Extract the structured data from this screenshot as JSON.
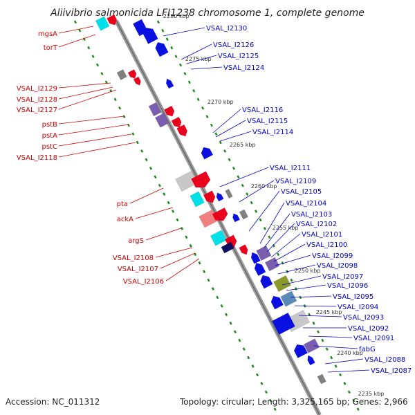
{
  "title": "Aliivibrio salmonicida LFI1238 chromosome 1, complete genome",
  "footer": {
    "accession": "Accession: NC_011312",
    "topology": "Topology: circular; Length: 3,325,165 bp; Genes: 2,966"
  },
  "colors": {
    "forward_gene": "#e8001c",
    "reverse_gene": "#0a10e0",
    "cyan": "#00e0e8",
    "purple": "#7a5fb0",
    "olive": "#8a9a2a",
    "steel": "#5a8ab8",
    "gray": "#808080",
    "light_gray": "#c8c8c8",
    "pink": "#f08080",
    "navy": "#101060",
    "label_left": "#d00000",
    "label_right": "#0000c8",
    "tick": "#1a8a1a"
  },
  "kbp_ticks": [
    "2280 kbp",
    "2275 kbp",
    "2270 kbp",
    "2265 kbp",
    "2260 kbp",
    "2255 kbp",
    "2250 kbp",
    "2245 kbp",
    "2240 kbp",
    "2235 kbp"
  ],
  "left_labels": [
    "mgsA",
    "torT",
    "VSAL_I2129",
    "VSAL_I2128",
    "VSAL_I2127",
    "pstB",
    "pstA",
    "pstC",
    "VSAL_I2118",
    "pta",
    "ackA",
    "argS",
    "VSAL_I2108",
    "VSAL_I2107",
    "VSAL_I2106"
  ],
  "right_labels": [
    "VSAL_I2130",
    "VSAL_I2126",
    "VSAL_I2125",
    "VSAL_I2124",
    "VSAL_I2116",
    "VSAL_I2115",
    "VSAL_I2114",
    "VSAL_I2111",
    "VSAL_I2109",
    "VSAL_I2105",
    "VSAL_I2104",
    "VSAL_I2103",
    "VSAL_I2102",
    "VSAL_I2101",
    "VSAL_I2100",
    "VSAL_I2099",
    "VSAL_I2098",
    "VSAL_I2097",
    "VSAL_I2096",
    "VSAL_I2095",
    "VSAL_I2094",
    "VSAL_I2093",
    "VSAL_I2092",
    "VSAL_I2091",
    "fabG",
    "VSAL_I2088",
    "VSAL_I2087"
  ]
}
